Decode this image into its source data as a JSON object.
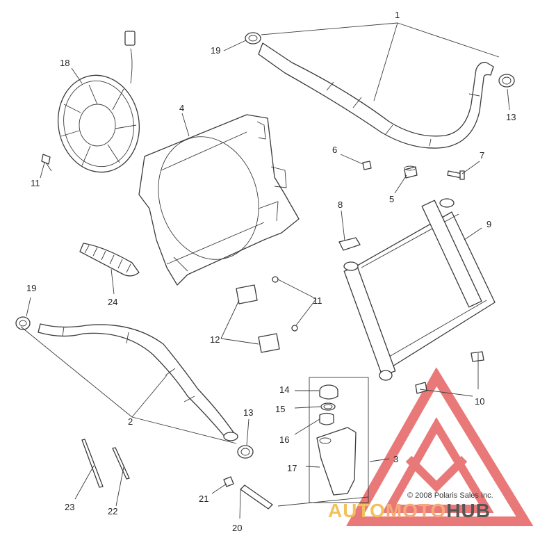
{
  "callouts": {
    "c1": "1",
    "c2": "2",
    "c3": "3",
    "c4": "4",
    "c5": "5",
    "c6": "6",
    "c7": "7",
    "c8": "8",
    "c9": "9",
    "c10": "10",
    "c11a": "11",
    "c11b": "11",
    "c12": "12",
    "c13a": "13",
    "c13b": "13",
    "c14": "14",
    "c15": "15",
    "c16": "16",
    "c17": "17",
    "c18": "18",
    "c19a": "19",
    "c19b": "19",
    "c20": "20",
    "c21": "21",
    "c22": "22",
    "c23": "23",
    "c24": "24"
  },
  "copyright": "© 2008 Polaris Sales Inc.",
  "watermark": {
    "brand_part1": "AUTO",
    "brand_part2": "MOTO",
    "brand_part3": "HUB",
    "colors": {
      "triangle": "#e24b4b",
      "auto": "#f3c05a",
      "moto": "#f6a978",
      "hub": "#555555"
    }
  }
}
